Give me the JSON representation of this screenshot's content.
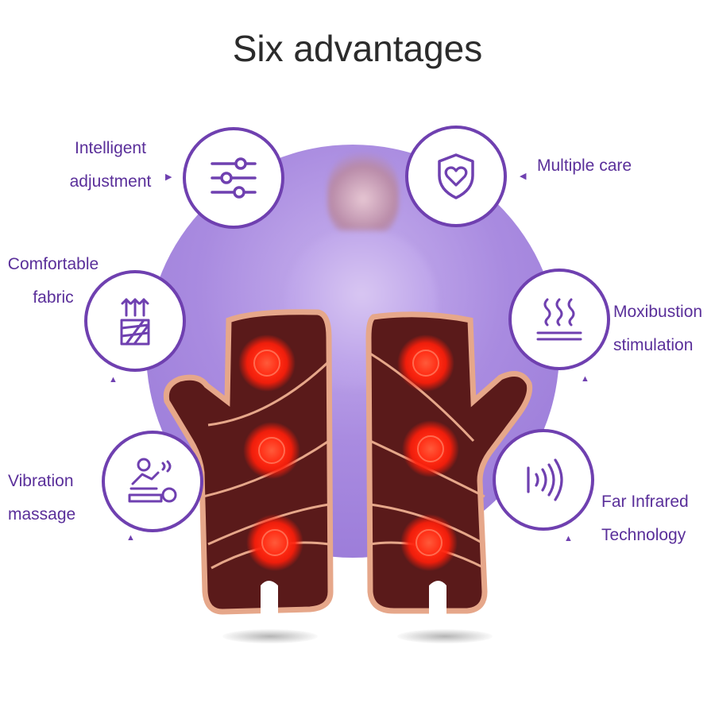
{
  "title": "Six advantages",
  "colors": {
    "accent": "#6f40b0",
    "label": "#5a2f9a",
    "heat": "#ff2a12",
    "glove": "#5a1a1a",
    "trim": "#e6a78a"
  },
  "features": [
    {
      "label_line1": "Intelligent",
      "label_line2": "adjustment",
      "icon": "sliders-icon"
    },
    {
      "label_line1": "Multiple care",
      "label_line2": "",
      "icon": "shield-heart-icon"
    },
    {
      "label_line1": "Comfortable",
      "label_line2": "fabric",
      "icon": "fabric-icon"
    },
    {
      "label_line1": "Moxibustion",
      "label_line2": "stimulation",
      "icon": "heat-waves-icon"
    },
    {
      "label_line1": "Vibration",
      "label_line2": "massage",
      "icon": "massage-icon"
    },
    {
      "label_line1": "Far Infrared",
      "label_line2": "Technology",
      "icon": "infrared-waves-icon"
    }
  ]
}
